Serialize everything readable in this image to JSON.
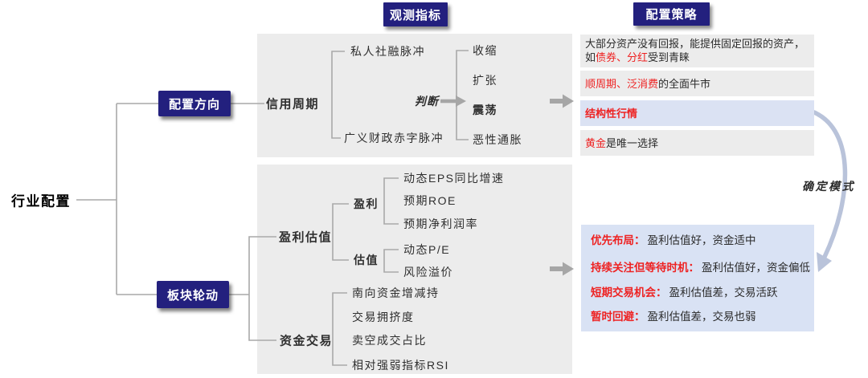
{
  "palette": {
    "navy": "#23207e",
    "panel_gray": "#ececec",
    "highlight_blue": "#dbe2f3",
    "outcome_panel_blue": "#d9e2f4",
    "accent_red": "#ee2222",
    "connector_gray": "#a9a9a9",
    "arrow_gray": "#a6a6a6",
    "curve_blue": "#b9c3da",
    "text_dark": "#2b2b2b"
  },
  "root_label": "行业配置",
  "headers": {
    "indicators": "观测指标",
    "strategy": "配置策略"
  },
  "nodes": {
    "direction": "配置方向",
    "rotation": "板块轮动"
  },
  "credit_cycle": {
    "label": "信用周期",
    "inputs": [
      "私人社融脉冲",
      "广义财政赤字脉冲"
    ],
    "judge": "判断",
    "states": [
      "收缩",
      "扩张",
      "震荡",
      "恶性通胀"
    ],
    "active_state": "震荡"
  },
  "strategies": [
    {
      "pre": "大部分资产没有回报，能提供固定回报的资产，如",
      "red": "债券、分红",
      "post": "受到青睐",
      "highlight": false
    },
    {
      "pre": "",
      "red": "顺周期、泛消费",
      "post": "的全面牛市",
      "highlight": false
    },
    {
      "pre": "",
      "red": "结构性行情",
      "post": "",
      "highlight": true
    },
    {
      "pre": "",
      "red": "黄金",
      "post": "是唯一选择",
      "highlight": false
    }
  ],
  "profit_valuation": {
    "label": "盈利估值",
    "profit": {
      "label": "盈利",
      "items": [
        "动态EPS同比增速",
        "预期ROE",
        "预期净利润率"
      ]
    },
    "valuation": {
      "label": "估值",
      "items": [
        "动态P/E",
        "风险溢价"
      ]
    }
  },
  "capital_trading": {
    "label": "资金交易",
    "items": [
      "南向资金增减持",
      "交易拥挤度",
      "卖空成交占比",
      "相对强弱指标RSI"
    ]
  },
  "outcomes": [
    {
      "label": "优先布局：",
      "desc": "盈利估值好，资金适中"
    },
    {
      "label": "持续关注但等待时机：",
      "desc": "盈利估值好，资金偏低"
    },
    {
      "label": "短期交易机会：",
      "desc": "盈利估值差，交易活跃"
    },
    {
      "label": "暂时回避：",
      "desc": "盈利估值差，交易也弱"
    }
  ],
  "mode_label": "确定模式"
}
